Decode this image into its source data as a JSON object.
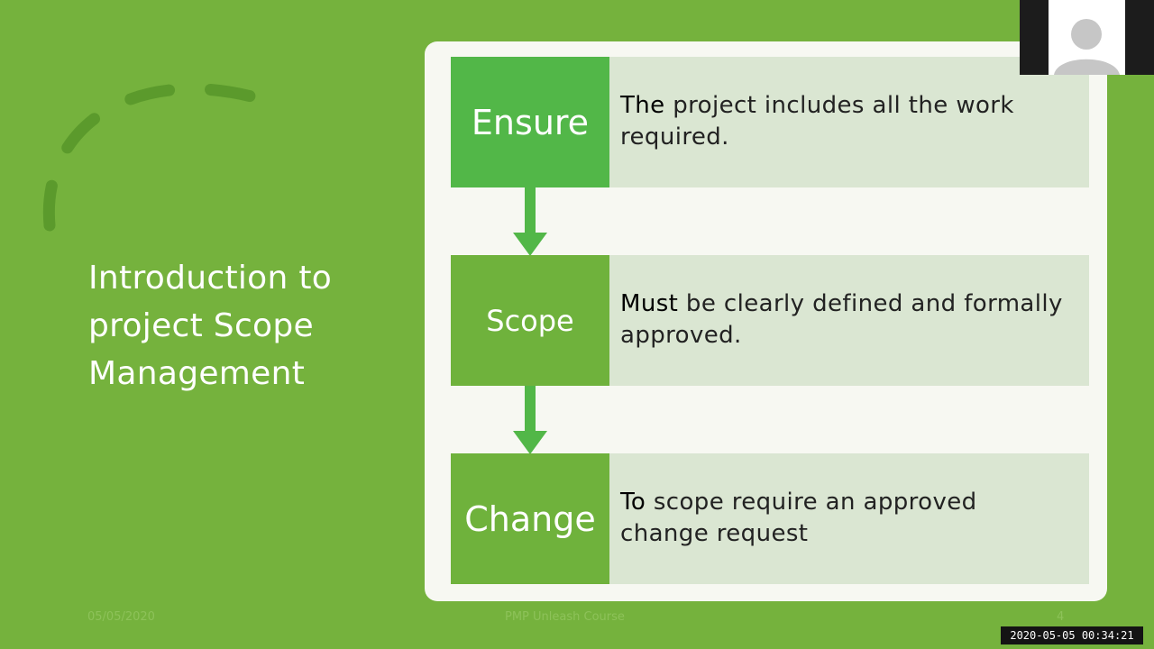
{
  "slide": {
    "title": "Introduction to project Scope Management",
    "footer_date": "05/05/2020",
    "footer_text": "PMP Unleash Course",
    "footer_page": "4"
  },
  "steps": [
    {
      "label": "Ensure",
      "lead": "The",
      "text": " project includes all the work required."
    },
    {
      "label": "Scope",
      "lead": "Must",
      "text": " be clearly defined and formally approved."
    },
    {
      "label": "Change",
      "lead": "To",
      "text": " scope require an approved change request"
    }
  ],
  "video": {
    "timestamp": "2020-05-05 00:34:21",
    "avatar_icon": "user-silhouette-icon"
  },
  "colors": {
    "background": "#75b23d",
    "panel": "#f7f8f2",
    "step_label": "#6fb23c",
    "step_label_first": "#52b748",
    "step_text_bg": "#dae6d2",
    "arrow": "#52b748"
  }
}
